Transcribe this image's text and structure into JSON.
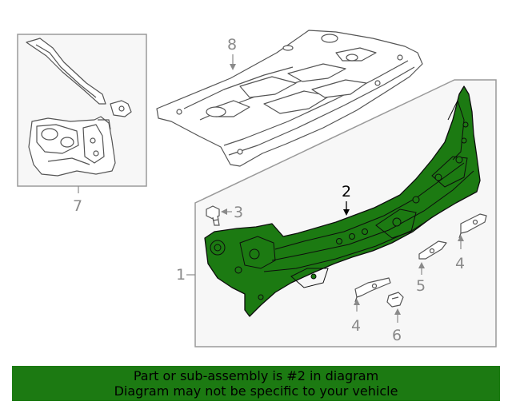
{
  "callouts": {
    "n1": "1",
    "n2": "2",
    "n3": "3",
    "n4a": "4",
    "n4b": "4",
    "n5": "5",
    "n6": "6",
    "n7": "7",
    "n8": "8"
  },
  "banner": {
    "line1": "Part or sub-assembly is #2 in diagram",
    "line2": "Diagram may not be specific to your vehicle",
    "color": "#1c7a12"
  },
  "colors": {
    "highlight_part": "#1c7a12",
    "line_art": "#555555",
    "frame": "#9a9a9a"
  }
}
